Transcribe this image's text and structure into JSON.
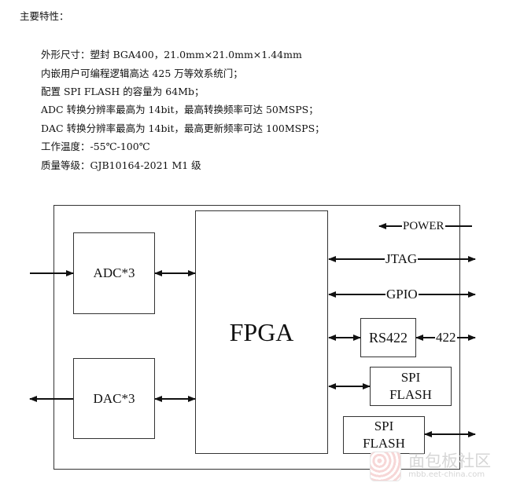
{
  "heading": "主要特性：",
  "features": [
    "外形尺寸：塑封 BGA400，21.0mm×21.0mm×1.44mm",
    "内嵌用户可编程逻辑高达 425 万等效系统门；",
    "配置 SPI FLASH 的容量为 64Mb；",
    "ADC 转换分辨率最高为 14bit，最高转换频率可达 50MSPS；",
    "DAC 转换分辨率最高为 14bit，最高更新频率可达 100MSPS；",
    "工作温度：-55℃-100℃",
    "质量等级：GJB10164-2021 M1 级"
  ],
  "diagram": {
    "fpga": "FPGA",
    "adc": "ADC*3",
    "dac": "DAC*3",
    "rs422": "RS422",
    "spi_flash_1": [
      "SPI",
      "FLASH"
    ],
    "spi_flash_2": [
      "SPI",
      "FLASH"
    ],
    "power": "POWER",
    "jtag": "JTAG",
    "gpio": "GPIO",
    "port_422": "422"
  },
  "watermark": {
    "name": "面包板社区",
    "url": "mbb.eet-china.com"
  }
}
